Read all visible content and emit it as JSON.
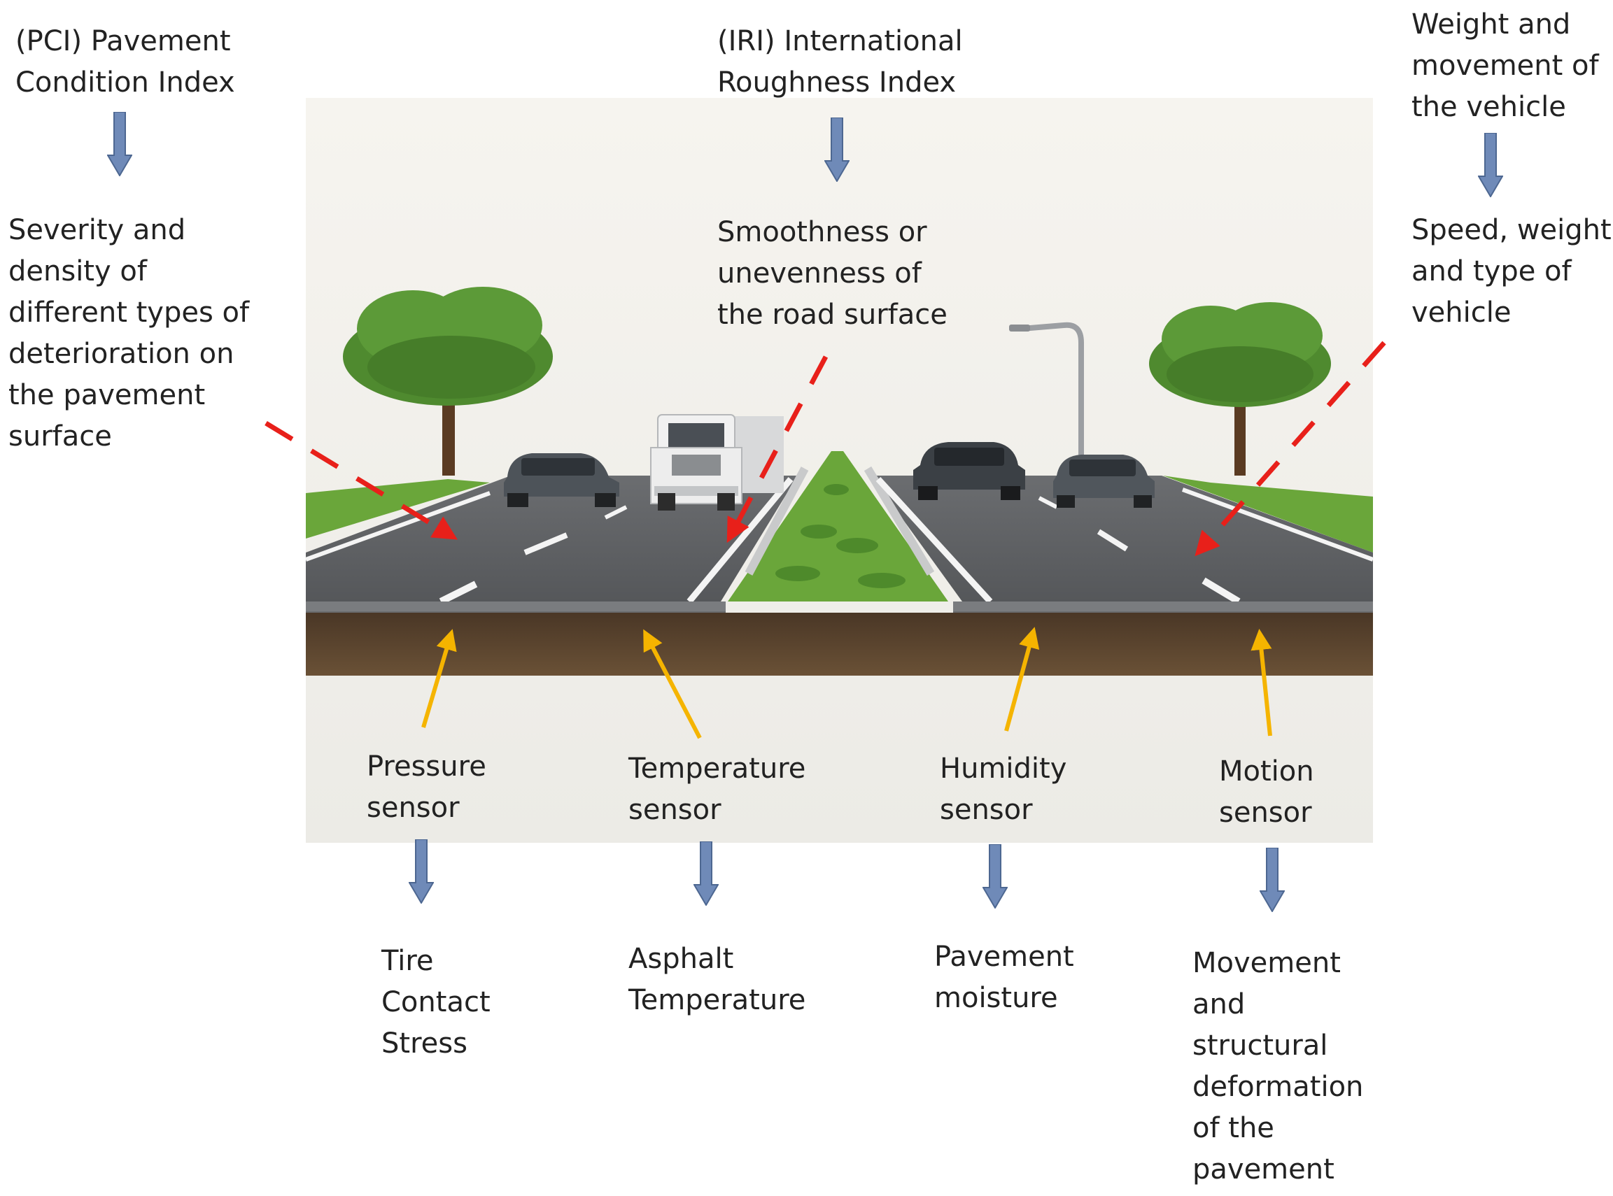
{
  "top_labels": {
    "pci": "(PCI) Pavement\nCondition Index",
    "iri": "(IRI) International\nRoughness Index",
    "vehicle": "Weight and\nmovement of\nthe vehicle"
  },
  "mid_labels": {
    "pci_desc": "Severity and\ndensity of\ndifferent types of\ndeterioration on\nthe pavement\nsurface",
    "iri_desc": "Smoothness or\nunevenness of\nthe road surface",
    "vehicle_desc": "Speed, weight\nand type of\nvehicle"
  },
  "sensors": {
    "pressure": "Pressure\nsensor",
    "temperature": "Temperature\nsensor",
    "humidity": "Humidity\nsensor",
    "motion": "Motion\nsensor"
  },
  "measures": {
    "pressure": "Tire\nContact\nStress",
    "temperature": "Asphalt\nTemperature",
    "humidity": "Pavement\nmoisture",
    "motion": "Movement\nand\nstructural\ndeformation\nof the\npavement"
  },
  "colors": {
    "block_arrow": "#6f8ab8",
    "block_arrow_edge": "#4d6791",
    "dashed_arrow": "#e8201a",
    "sensor_arrow": "#f5b400",
    "asphalt": "#5b5d60",
    "grass": "#6aa63a",
    "soil": "#5a4431",
    "tree": "#4f8a2f"
  }
}
